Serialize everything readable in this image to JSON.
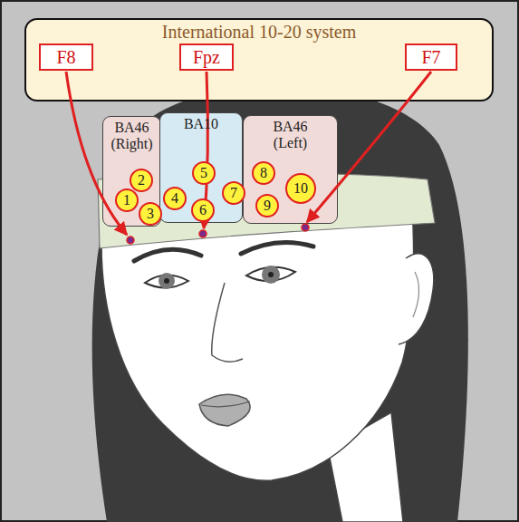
{
  "diagram": {
    "nodes": [
      {
        "text": [
          "International 10-20 system"
        ]
      },
      {
        "text": [
          "F8"
        ],
        "in": 0
      },
      {
        "text": [
          "Fpz"
        ],
        "in": 0
      },
      {
        "text": [
          "F7"
        ],
        "in": 0
      },
      {
        "text": [
          "BA46 (Right)"
        ]
      },
      {
        "text": [
          "1"
        ],
        "in": 4
      },
      {
        "text": [
          "2"
        ],
        "in": 4
      },
      {
        "text": [
          "3"
        ],
        "in": 4
      },
      {
        "text": [
          "BA10"
        ]
      },
      {
        "text": [
          "4"
        ],
        "in": 8
      },
      {
        "text": [
          "5"
        ],
        "in": 8
      },
      {
        "text": [
          "6"
        ],
        "in": 8
      },
      {
        "text": [
          "7"
        ],
        "in": 8
      },
      {
        "text": [
          "BA46 (Left)"
        ]
      },
      {
        "text": [
          "8"
        ],
        "in": 13
      },
      {
        "text": [
          "9"
        ],
        "in": 13
      },
      {
        "text": [
          "10"
        ],
        "in": 13
      }
    ]
  }
}
